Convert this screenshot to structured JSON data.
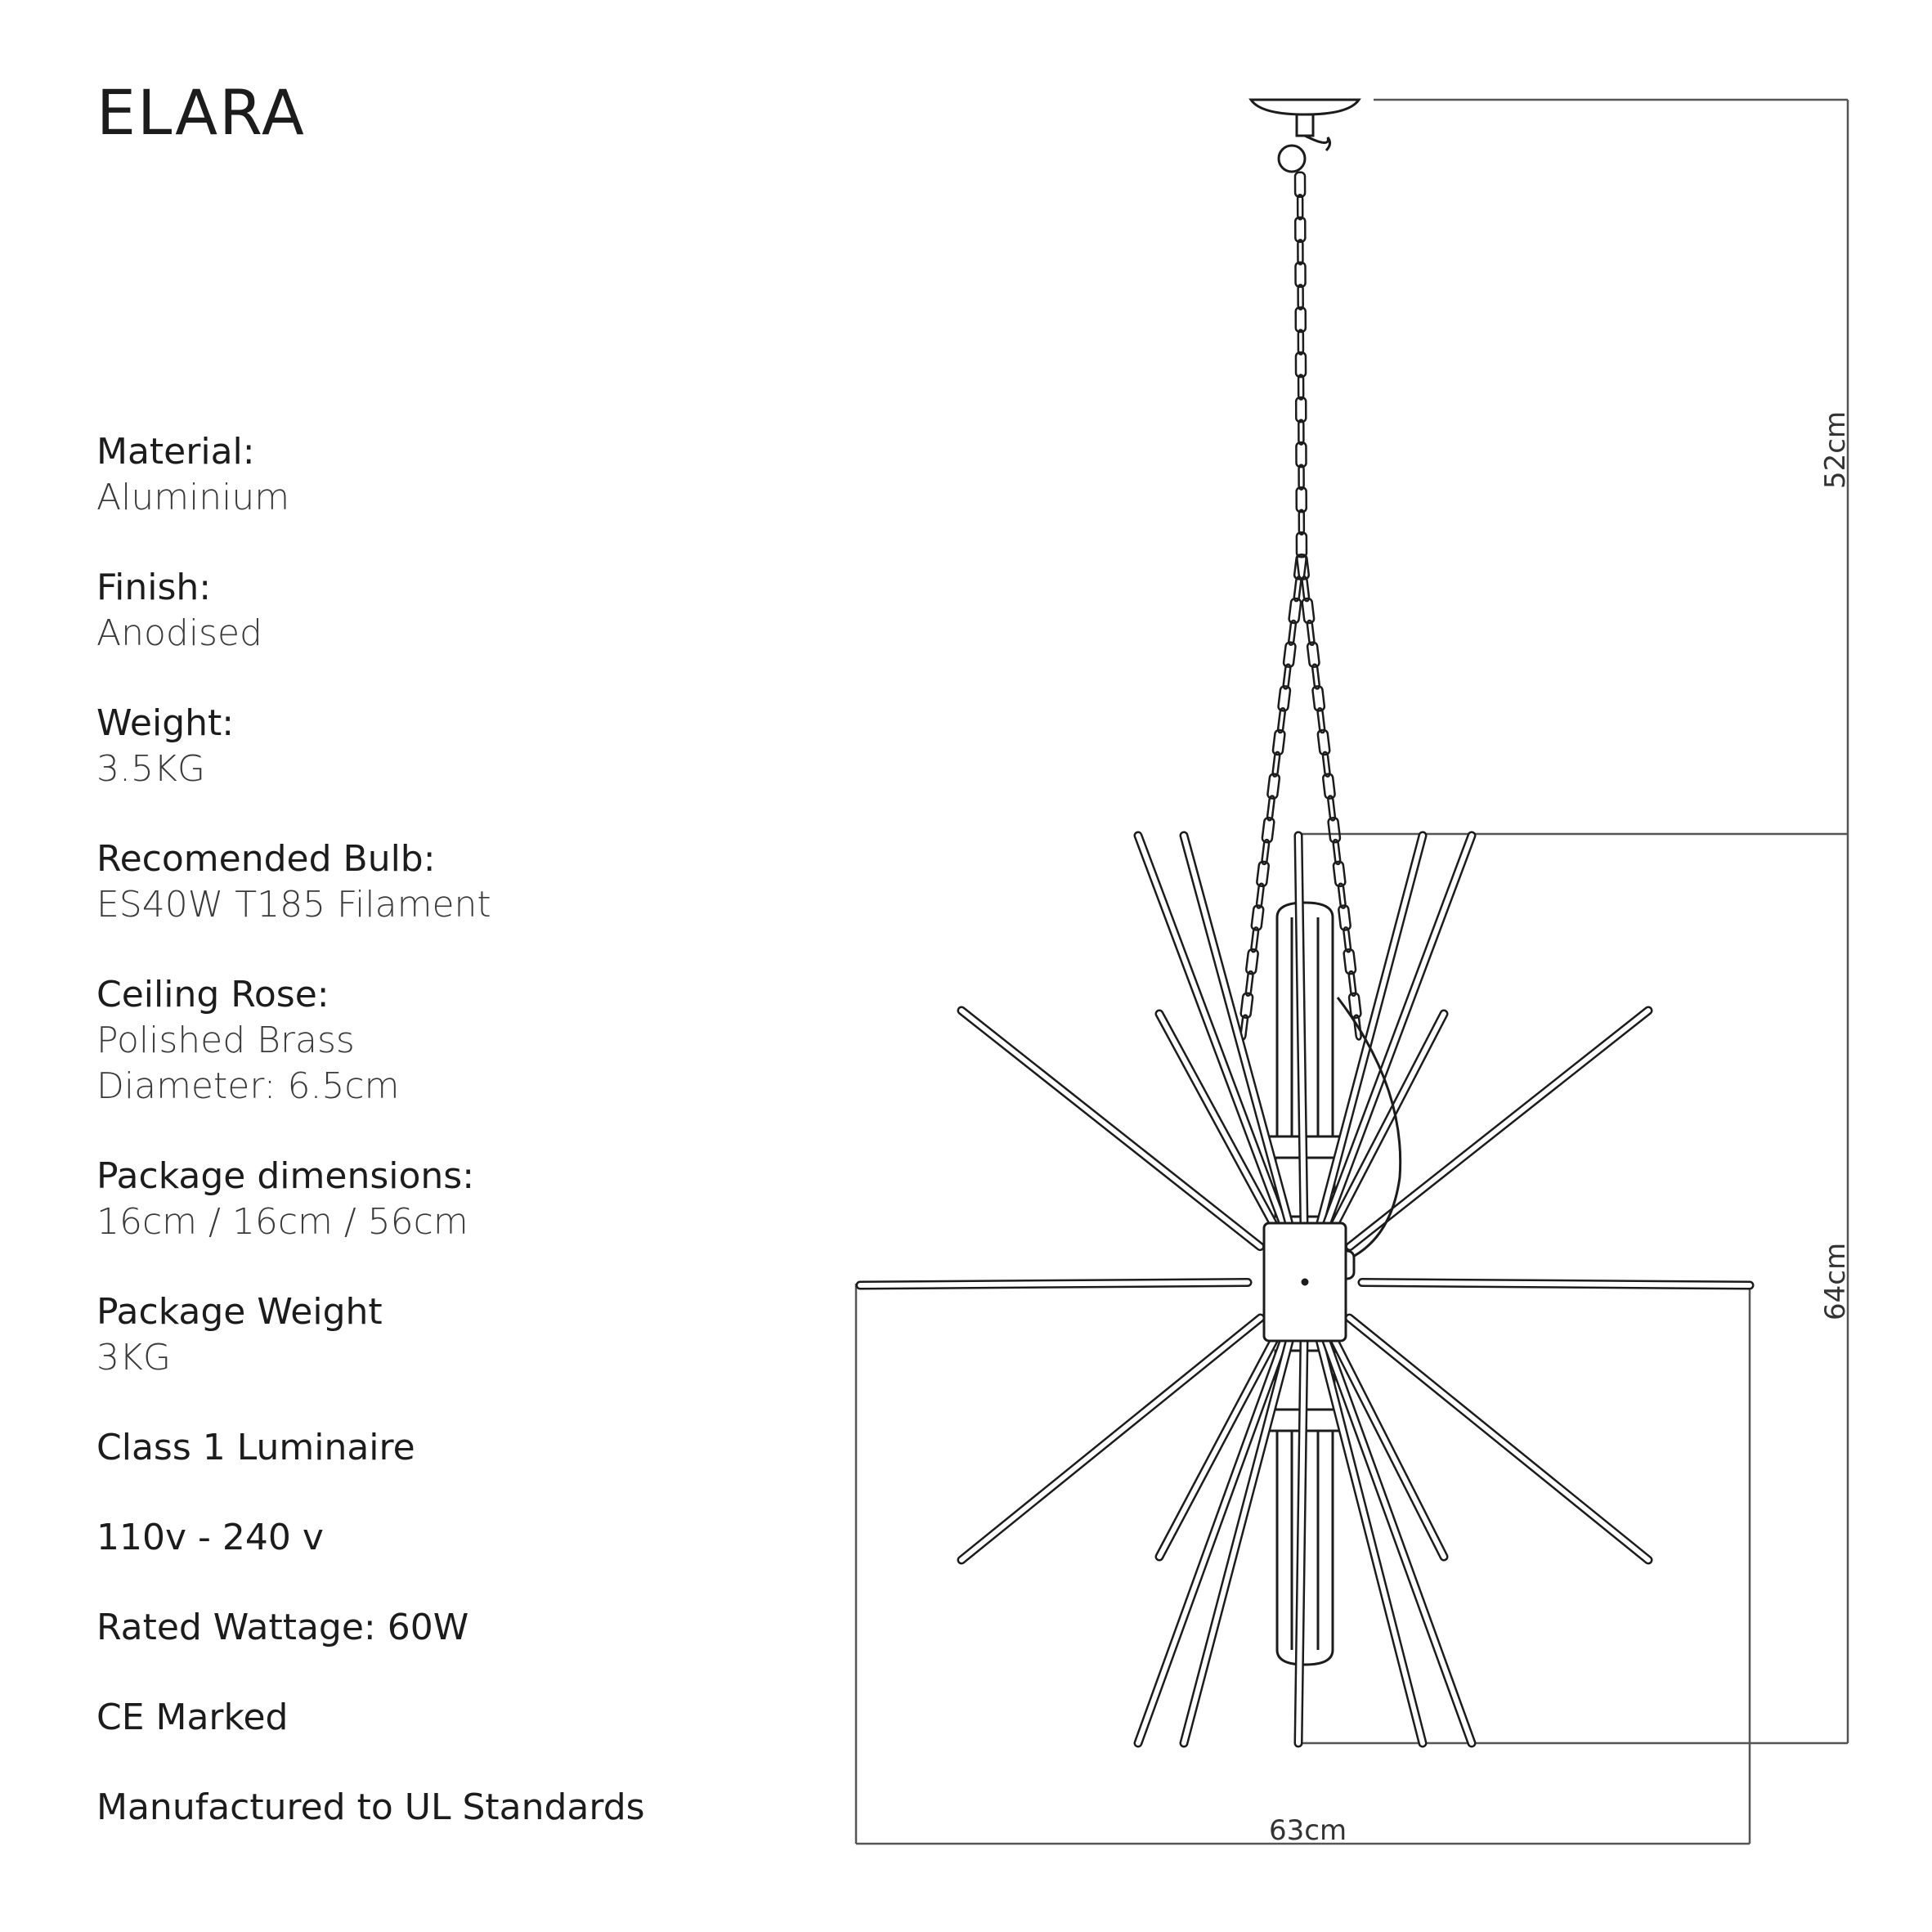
{
  "title": "ELARA",
  "specs": [
    {
      "label": "Material:",
      "values": [
        "Aluminium"
      ]
    },
    {
      "label": "Finish:",
      "values": [
        "Anodised"
      ]
    },
    {
      "label": "Weight:",
      "values": [
        "3.5KG"
      ]
    },
    {
      "label": "Recomended Bulb:",
      "values": [
        "ES40W T185 Filament"
      ]
    },
    {
      "label": "Ceiling Rose:",
      "values": [
        "Polished Brass",
        "Diameter: 6.5cm"
      ]
    },
    {
      "label": "Package dimensions:",
      "values": [
        "16cm / 16cm / 56cm"
      ]
    },
    {
      "label": "Package Weight",
      "values": [
        "3KG"
      ]
    }
  ],
  "lines": [
    "Class 1 Luminaire",
    "110v - 240 v",
    "Rated Wattage: 60W",
    "CE Marked",
    "Manufactured to UL Standards"
  ],
  "dimensions": {
    "drop": "52cm",
    "height": "64cm",
    "width": "63cm"
  },
  "colors": {
    "line": "#1c1c1c",
    "dimension": "#555555"
  }
}
